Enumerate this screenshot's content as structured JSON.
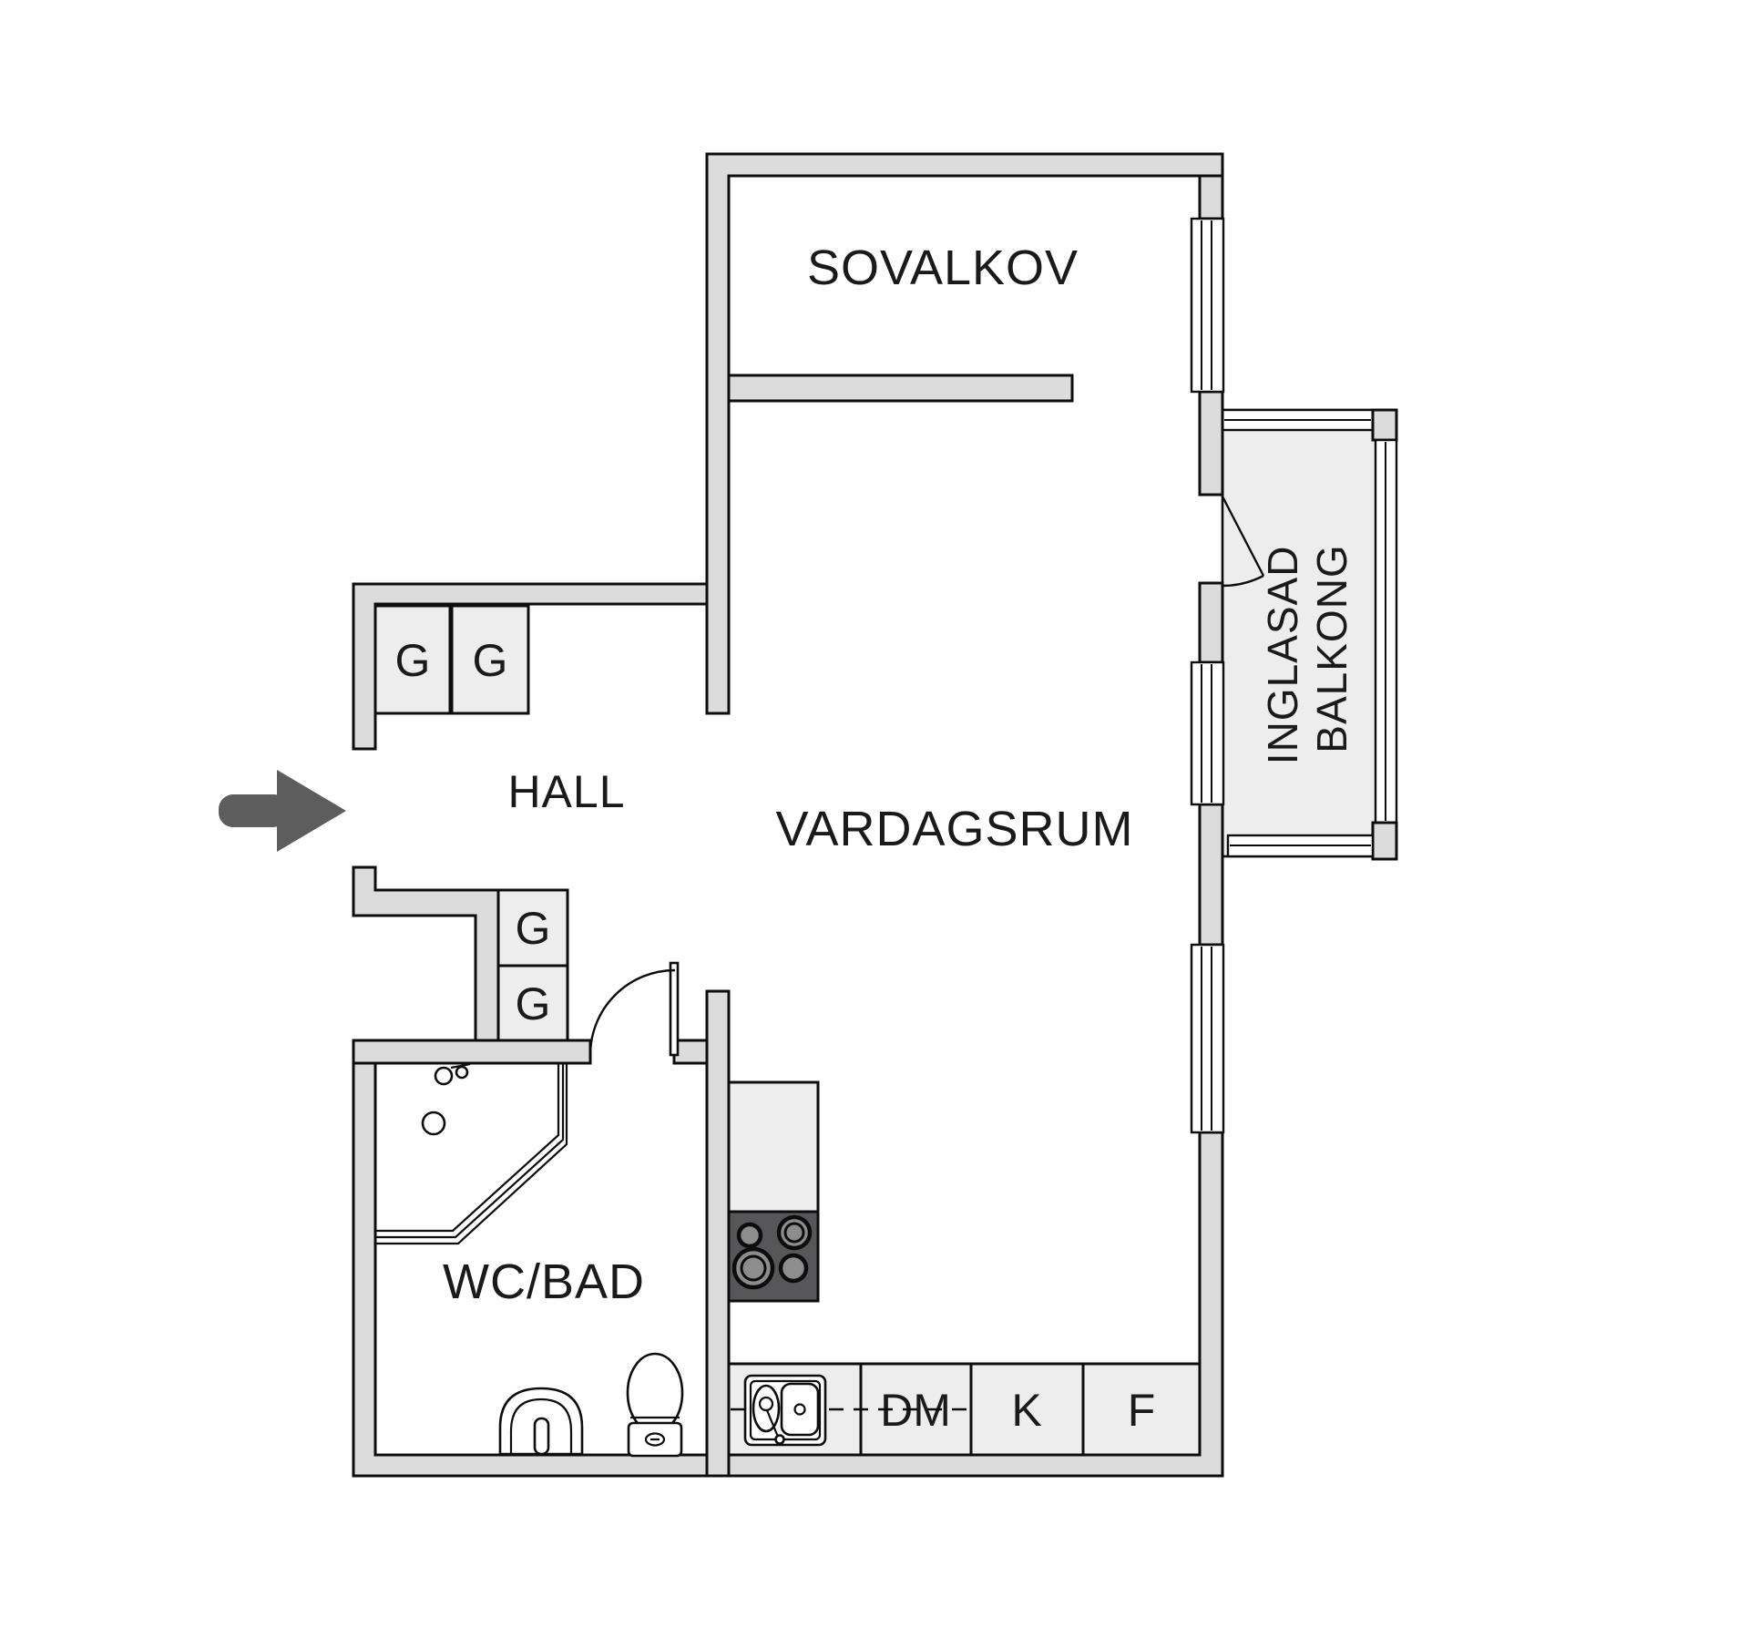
{
  "labels": {
    "sovalkov": "SOVALKOV",
    "vardagsrum": "VARDAGSRUM",
    "hall": "HALL",
    "wc_bad": "WC/BAD",
    "wardrobe": "G",
    "dishwasher": "DM",
    "fridge": "K",
    "freezer": "F",
    "balcony_line1": "INGLASAD",
    "balcony_line2": "BALKONG"
  },
  "colors": {
    "wall_fill": "#dcdcdc",
    "fixture_fill": "#ededed",
    "balcony_floor": "#ededed",
    "stove_fill": "#57575a",
    "burner_center": "#8d8d8d",
    "entry_arrow": "#5d5d5d",
    "line": "#0d0d0d",
    "text": "#1a1a1a"
  }
}
